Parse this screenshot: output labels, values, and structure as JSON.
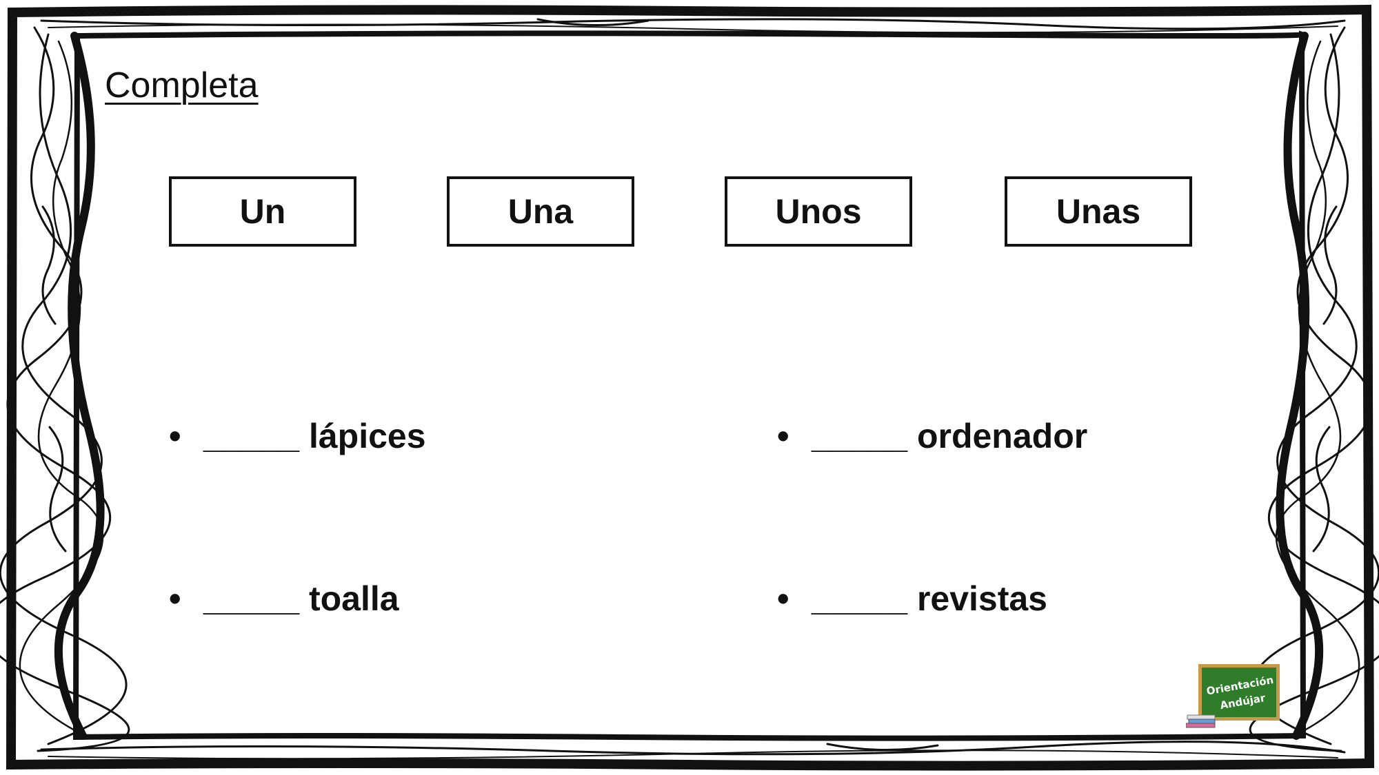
{
  "title": "Completa",
  "word_bank": [
    "Un",
    "Una",
    "Unos",
    "Unas"
  ],
  "items": [
    {
      "bullet": "•",
      "blank": "_____",
      "word": "lápices"
    },
    {
      "bullet": "•",
      "blank": "_____",
      "word": "ordenador"
    },
    {
      "bullet": "•",
      "blank": "_____",
      "word": "toalla"
    },
    {
      "bullet": "•",
      "blank": "_____",
      "word": "revistas"
    }
  ],
  "logo": {
    "line1": "Orientación",
    "line2": "Andújar",
    "board_color": "#2f7d2a",
    "frame_color": "#c79a4a"
  }
}
